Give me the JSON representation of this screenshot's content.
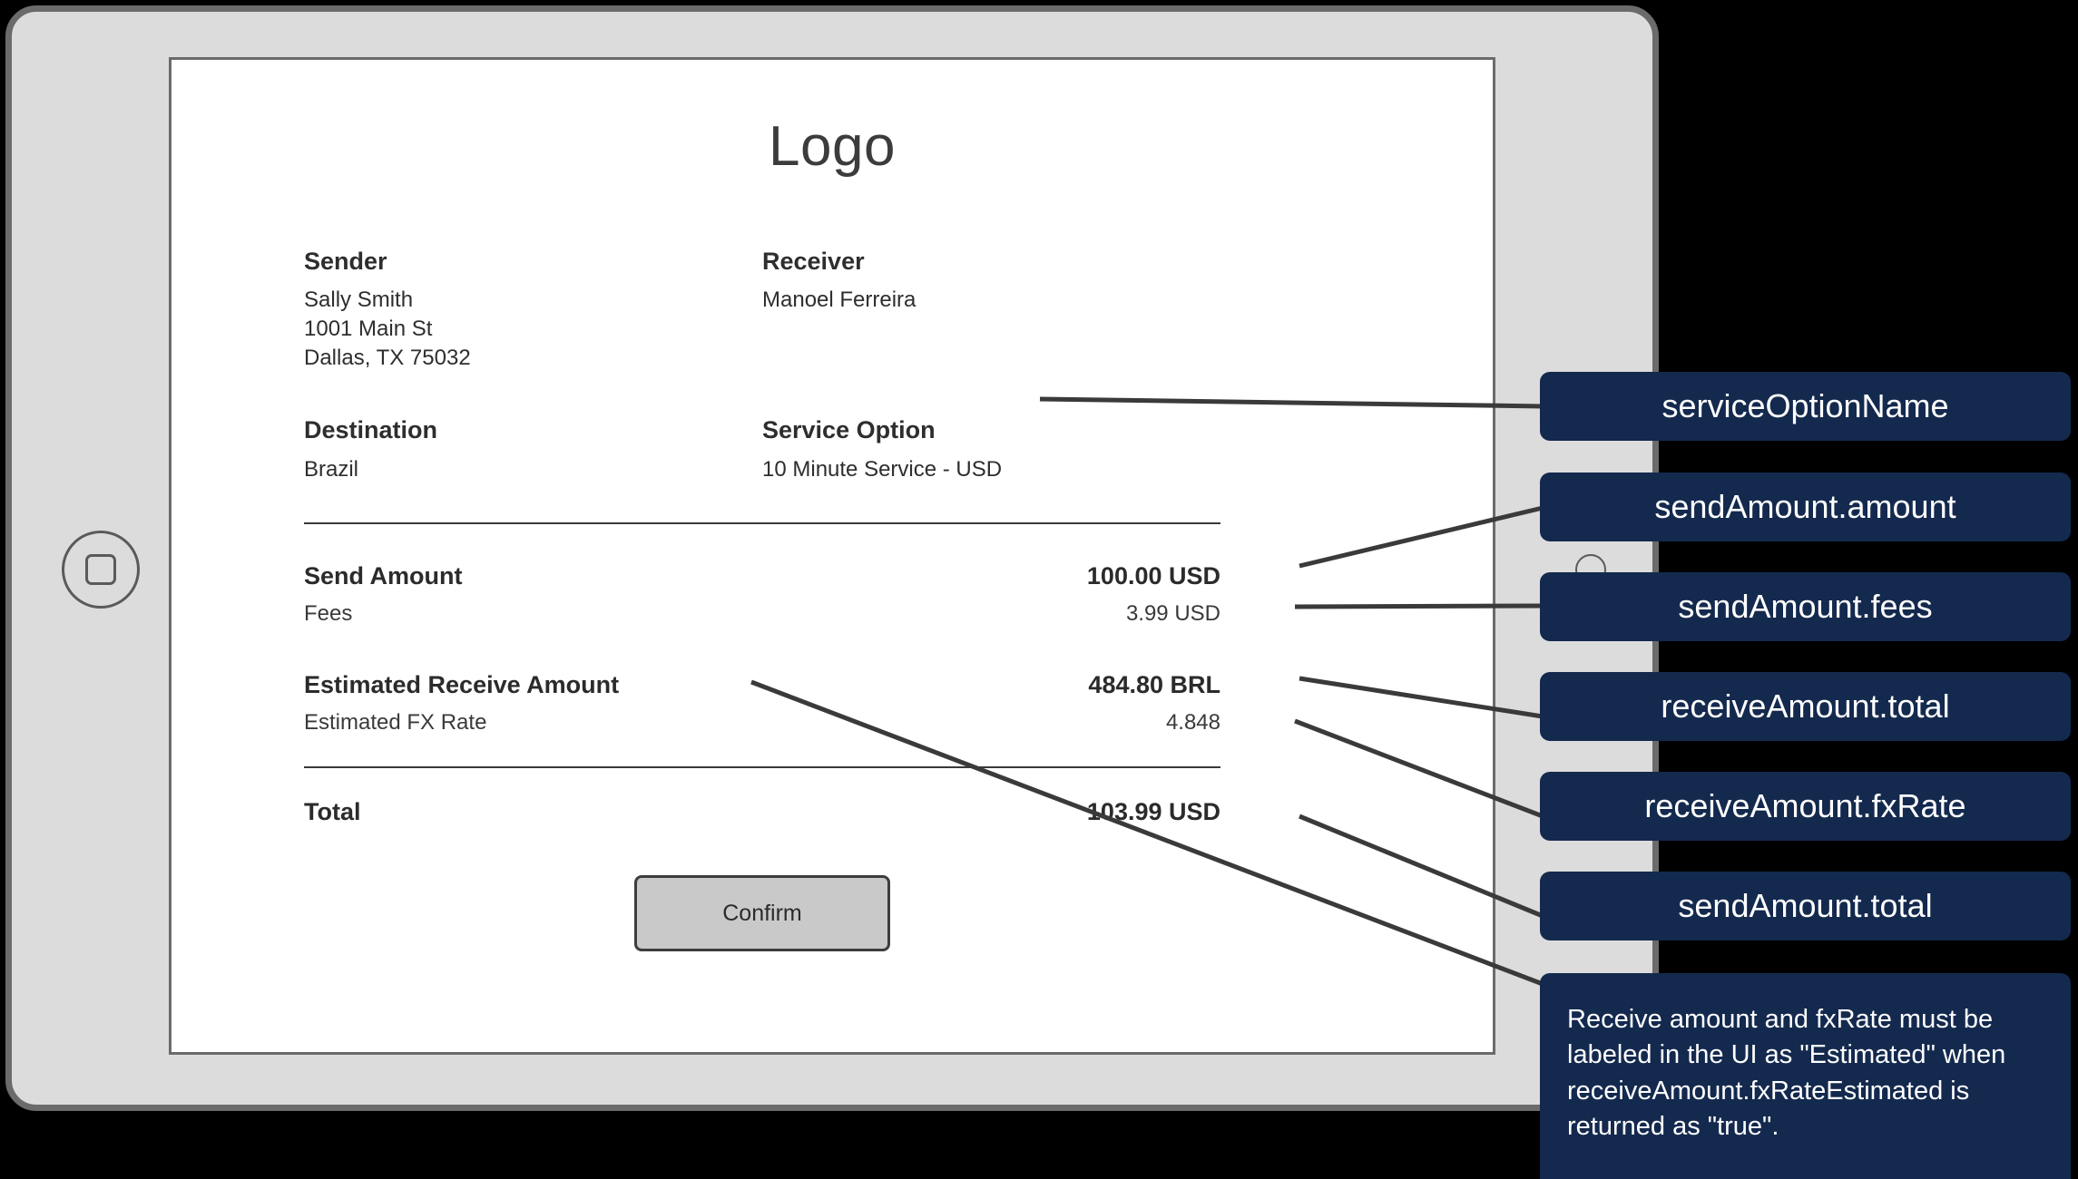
{
  "device": {
    "type": "tablet-landscape",
    "home_button_icon": "home-square-icon",
    "camera_icon": "camera-dot-icon"
  },
  "screen": {
    "logo": "Logo",
    "sender": {
      "title": "Sender",
      "lines": [
        "Sally Smith",
        "1001 Main St",
        "Dallas, TX 75032"
      ]
    },
    "receiver": {
      "title": "Receiver",
      "lines": [
        "Manoel Ferreira"
      ]
    },
    "destination": {
      "title": "Destination",
      "lines": [
        "Brazil"
      ]
    },
    "service_option": {
      "title": "Service Option",
      "lines": [
        "10 Minute Service - USD"
      ]
    },
    "amounts": {
      "send_amount_label": "Send Amount",
      "send_amount_value": "100.00 USD",
      "fees_label": "Fees",
      "fees_value": "3.99 USD",
      "receive_amount_label": "Estimated Receive Amount",
      "receive_amount_value": "484.80 BRL",
      "fx_rate_label": "Estimated FX Rate",
      "fx_rate_value": "4.848",
      "total_label": "Total",
      "total_value": "103.99 USD"
    },
    "confirm_button": "Confirm"
  },
  "annotations": [
    {
      "id": "service-option-name",
      "text": "serviceOptionName"
    },
    {
      "id": "send-amount-amount",
      "text": "sendAmount.amount"
    },
    {
      "id": "send-amount-fees",
      "text": "sendAmount.fees"
    },
    {
      "id": "receive-amount-total",
      "text": "receiveAmount.total"
    },
    {
      "id": "receive-amount-fxrate",
      "text": "receiveAmount.fxRate"
    },
    {
      "id": "send-amount-total",
      "text": "sendAmount.total"
    },
    {
      "id": "estimated-note",
      "text": "Receive amount and fxRate must be labeled in the UI as \"Estimated\" when receiveAmount.fxRateEstimated is returned as \"true\"."
    }
  ],
  "colors": {
    "callout_bg": "#14294e",
    "callout_text": "#ffffff",
    "page_bg": "#000000",
    "device_bezel": "#dcdcdc",
    "device_border": "#6b6b6b",
    "screen_bg": "#ffffff",
    "button_bg": "#c9c9c9",
    "text": "#2e2e2e"
  }
}
